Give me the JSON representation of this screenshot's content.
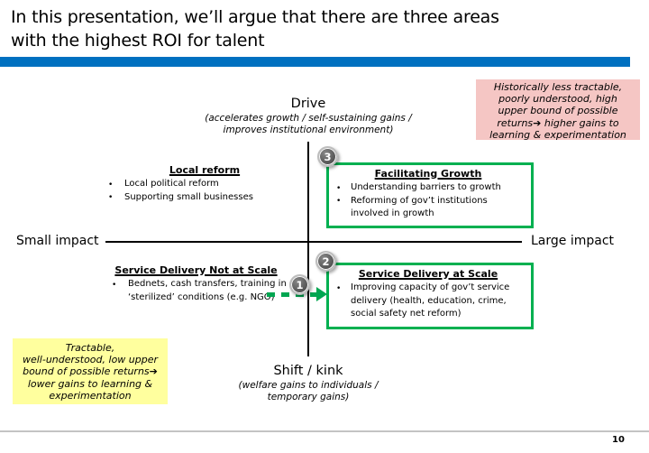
{
  "title": {
    "text": "In this presentation, we’ll argue that there are three areas\nwith the highest ROI for talent"
  },
  "colors": {
    "accent_blue": "#0070C0",
    "box_green": "#00B050",
    "arrow_green": "#00A651",
    "callout_pink": "#F5C6C4",
    "callout_yellow": "#FFFF9E",
    "badge_gray": "#595959"
  },
  "callouts": {
    "top_right": {
      "text": "Historically less tractable,\npoorly understood, high\nupper bound of possible\nreturns➔ higher gains to\nlearning & experimentation"
    },
    "bottom_left": {
      "text": "Tractable,\nwell-understood, low upper\nbound of possible returns➔\nlower gains to learning &\nexperimentation"
    }
  },
  "axes": {
    "top": {
      "label": "Drive",
      "sub": "(accelerates growth / self-sustaining gains /\nimproves institutional environment)"
    },
    "bottom": {
      "label": "Shift / kink",
      "sub": "(welfare gains to individuals /\ntemporary gains)"
    },
    "left": {
      "label": "Small impact"
    },
    "right": {
      "label": "Large impact"
    }
  },
  "blocks": {
    "local_reform": {
      "title": "Local reform",
      "bullets": [
        "Local political reform",
        "Supporting small businesses"
      ]
    },
    "facilitating_growth": {
      "badge": "3",
      "title": "Facilitating Growth",
      "bullets": [
        "Understanding barriers to growth",
        "Reforming of gov’t institutions involved in growth"
      ]
    },
    "service_delivery_not_at_scale": {
      "title": "Service Delivery Not at Scale",
      "bullets": [
        "Bednets, cash transfers, training in ‘sterilized’ conditions (e.g. NGO)"
      ]
    },
    "service_delivery_at_scale": {
      "badge": "2",
      "title": "Service Delivery at Scale",
      "bullets": [
        "Improving capacity of gov’t service delivery (health, education, crime, social safety net reform)"
      ]
    },
    "transition_badge": "1"
  },
  "footer": {
    "page_number": "10"
  }
}
